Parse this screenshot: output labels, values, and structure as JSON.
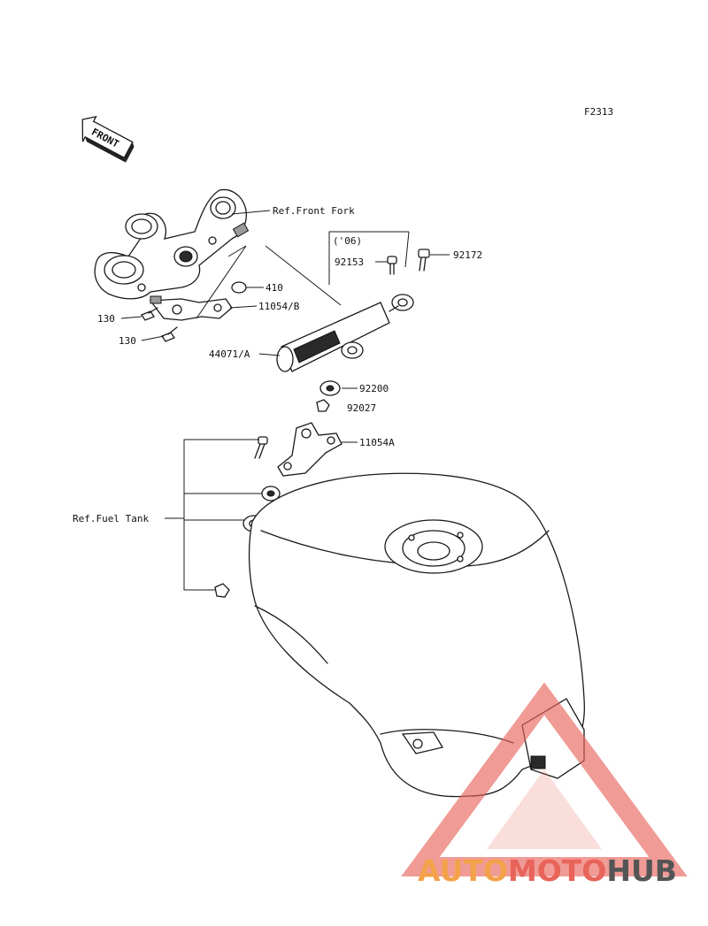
{
  "figure_code": "F2313",
  "direction_label": "FRONT",
  "labels": {
    "ref_front_fork": "Ref.Front Fork",
    "year_note": "('06)",
    "p92153": "92153",
    "p92172": "92172",
    "p410": "410",
    "p11054b": "11054/B",
    "p130a": "130",
    "p130b": "130",
    "p44071a": "44071/A",
    "p92200": "92200",
    "p92027": "92027",
    "p11054a": "11054A",
    "ref_fuel_tank": "Ref.Fuel Tank"
  },
  "watermark": {
    "part1": "AUTO",
    "part2": "MOTO",
    "part3": "HUB",
    "color_primary": "#f4a24a",
    "color_accent": "#e8635a",
    "color_dark": "#555555"
  }
}
